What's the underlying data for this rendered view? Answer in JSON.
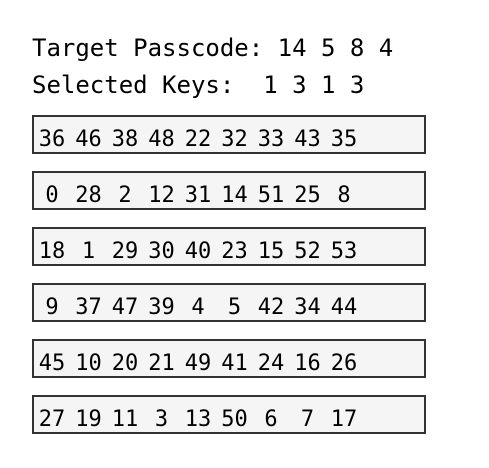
{
  "header": {
    "target_label": "Target Passcode:",
    "target_code": "14 5 8 4",
    "selected_label": "Selected Keys:",
    "selected_code": "1 3 1 3"
  },
  "keypad": {
    "rows": [
      [
        "36",
        "46",
        "38",
        "48",
        "22",
        "32",
        "33",
        "43",
        "35"
      ],
      [
        "0",
        "28",
        "2",
        "12",
        "31",
        "14",
        "51",
        "25",
        "8"
      ],
      [
        "18",
        "1",
        "29",
        "30",
        "40",
        "23",
        "15",
        "52",
        "53"
      ],
      [
        "9",
        "37",
        "47",
        "39",
        "4",
        "5",
        "42",
        "34",
        "44"
      ],
      [
        "45",
        "10",
        "20",
        "21",
        "49",
        "41",
        "24",
        "16",
        "26"
      ],
      [
        "27",
        "19",
        "11",
        "3",
        "13",
        "50",
        "6",
        "7",
        "17"
      ]
    ]
  }
}
